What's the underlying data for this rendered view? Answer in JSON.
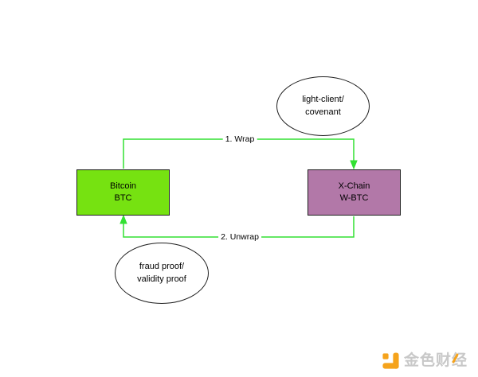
{
  "diagram": {
    "nodes": {
      "light_client": {
        "line1": "light-client/",
        "line2": "covenant",
        "shape": "ellipse"
      },
      "bitcoin": {
        "line1": "Bitcoin",
        "line2": "BTC",
        "shape": "rect",
        "fill": "#76E211"
      },
      "xchain": {
        "line1": "X-Chain",
        "line2": "W-BTC",
        "shape": "rect",
        "fill": "#B278A8"
      },
      "fraud_proof": {
        "line1": "fraud proof/",
        "line2": "validity proof",
        "shape": "ellipse"
      }
    },
    "edges": {
      "wrap": {
        "label": "1. Wrap",
        "from": "bitcoin",
        "to": "xchain"
      },
      "unwrap": {
        "label": "2. Unwrap",
        "from": "xchain",
        "to": "bitcoin"
      }
    },
    "colors": {
      "edge_green": "#32E132",
      "node_border": "#1f1f1f",
      "bitcoin_fill": "#76E211",
      "xchain_fill": "#B278A8"
    }
  },
  "watermark": {
    "text": "金色财经",
    "icon": "jinse-logo-icon",
    "icon_color": "#F5A31C",
    "text_color": "#C8C8C8"
  }
}
